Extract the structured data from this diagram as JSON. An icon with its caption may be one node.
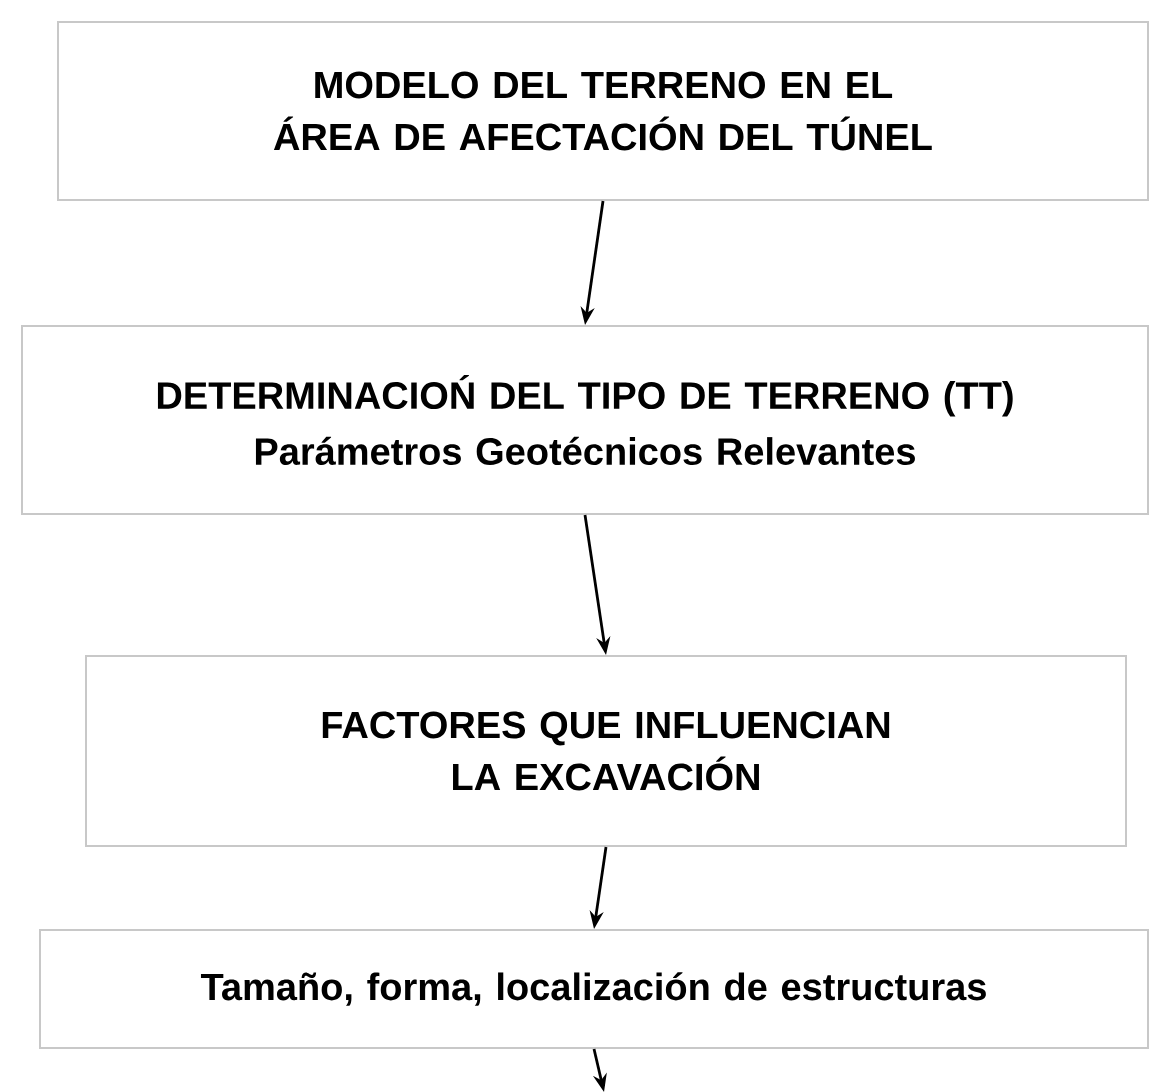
{
  "diagram": {
    "nodes": [
      {
        "text": [
          "MODELO DEL TERRENO EN EL ÁREA DE AFECTACIÓN DEL TÚNEL"
        ]
      },
      {
        "text": [
          "DETERMINACIOŃ DEL TIPO DE TERRENO (TT)",
          "Parámetros Geotécnicos Relevantes"
        ]
      },
      {
        "text": [
          "FACTORES QUE INFLUENCIAN LA EXCAVACIÓN"
        ]
      },
      {
        "text": [
          "Tamaño, forma, localización de estructuras"
        ]
      }
    ],
    "edges": [
      {
        "from": 0,
        "to": 1,
        "arrow": "to"
      },
      {
        "from": 1,
        "to": 2,
        "arrow": "to"
      },
      {
        "from": 2,
        "to": 3,
        "arrow": "to"
      },
      {
        "from": 3,
        "to": null,
        "arrow": "to"
      }
    ]
  }
}
